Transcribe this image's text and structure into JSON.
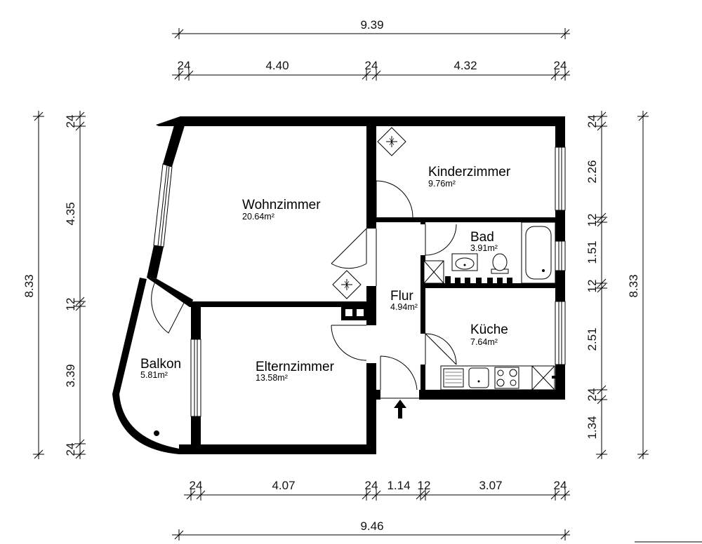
{
  "plan": {
    "dimensions_top": {
      "total": "9.39",
      "segments": [
        "24",
        "4.40",
        "24",
        "4.32",
        "24"
      ]
    },
    "dimensions_bottom": {
      "total": "9.46",
      "segments": [
        "24",
        "4.07",
        "24",
        "1.14",
        "12",
        "3.07",
        "24"
      ]
    },
    "dimensions_left": {
      "total": "8.33",
      "segments": [
        "24",
        "4.35",
        "12",
        "3.39",
        "24"
      ]
    },
    "dimensions_right": {
      "total": "8.33",
      "segments": [
        "24",
        "2.26",
        "12",
        "1.51",
        "12",
        "2.51",
        "24",
        "1.34"
      ]
    },
    "rooms": [
      {
        "name": "Wohnzimmer",
        "area": "20.64m²"
      },
      {
        "name": "Kinderzimmer",
        "area": "9.76m²"
      },
      {
        "name": "Bad",
        "area": "3.91m²"
      },
      {
        "name": "Flur",
        "area": "4.94m²"
      },
      {
        "name": "Küche",
        "area": "7.64m²"
      },
      {
        "name": "Elternzimmer",
        "area": "13.58m²"
      },
      {
        "name": "Balkon",
        "area": "5.81m²"
      }
    ]
  }
}
